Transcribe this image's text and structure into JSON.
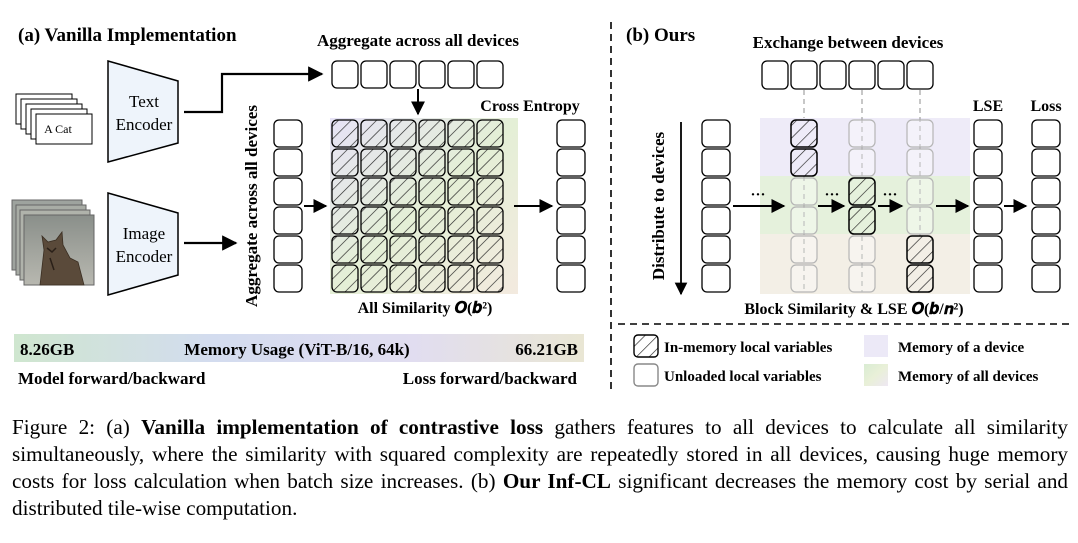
{
  "panel_a": {
    "title": "(a) Vanilla Implementation",
    "aggregate_top": "Aggregate across all devices",
    "aggregate_side": "Aggregate across all devices",
    "cross_entropy": "Cross Entropy",
    "text_encoder_line1": "Text",
    "text_encoder_line2": "Encoder",
    "image_encoder_line1": "Image",
    "image_encoder_line2": "Encoder",
    "text_card": "A Cat",
    "similarity_label": "All Similarity 𝑶(𝒃²)",
    "memory_bar": {
      "left_value": "8.26GB",
      "title": "Memory Usage (ViT-B/16, 64k)",
      "right_value": "66.21GB",
      "colors": [
        "#cfe6cf",
        "#d3dcef",
        "#e1ddf0",
        "#e9e6d4"
      ]
    },
    "model_label": "Model forward/backward",
    "loss_label": "Loss forward/backward"
  },
  "panel_b": {
    "title": "(b) Ours",
    "exchange": "Exchange between devices",
    "distribute": "Distribute to devices",
    "lse": "LSE",
    "loss": "Loss",
    "ellipsis": "···",
    "similarity_label": "Block Similarity & LSE 𝑶(𝒃/𝒏²)"
  },
  "legend": {
    "in_memory": "In-memory local variables",
    "unloaded": "Unloaded local variables",
    "device_memory": "Memory of a device",
    "all_memory": "Memory of all devices",
    "device_color": "#ece9f7",
    "all_colors": [
      "#d9ecd3",
      "#e9f0d8",
      "#eee8f3"
    ]
  },
  "caption": {
    "p1": "Figure 2: (a) ",
    "b1": "Vanilla implementation of contrastive loss",
    "p2": " gathers features to all devices to calculate all similarity simultaneously, where the similarity with squared complexity are repeatedly stored in all devices, causing huge memory costs for loss calculation when batch size increases.  (b) ",
    "b2": "Our Inf-CL",
    "p3": " significant decreases the memory cost by serial and distributed tile-wise computation."
  }
}
